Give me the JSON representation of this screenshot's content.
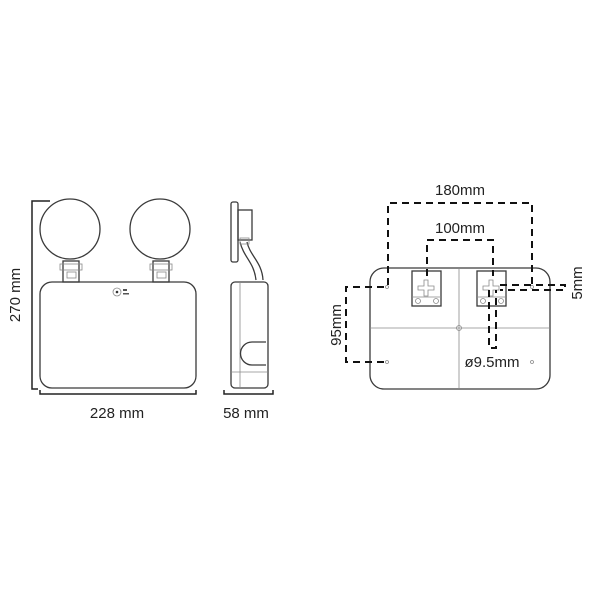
{
  "front_view": {
    "height_label": "270 mm",
    "width_label": "228 mm"
  },
  "side_view": {
    "depth_label": "58 mm"
  },
  "back_view": {
    "outer_spacing_label": "180mm",
    "inner_spacing_label": "100mm",
    "vertical_spacing_label": "95mm",
    "offset_label": "5mm",
    "hole_diameter_label": "ø9.5mm"
  }
}
